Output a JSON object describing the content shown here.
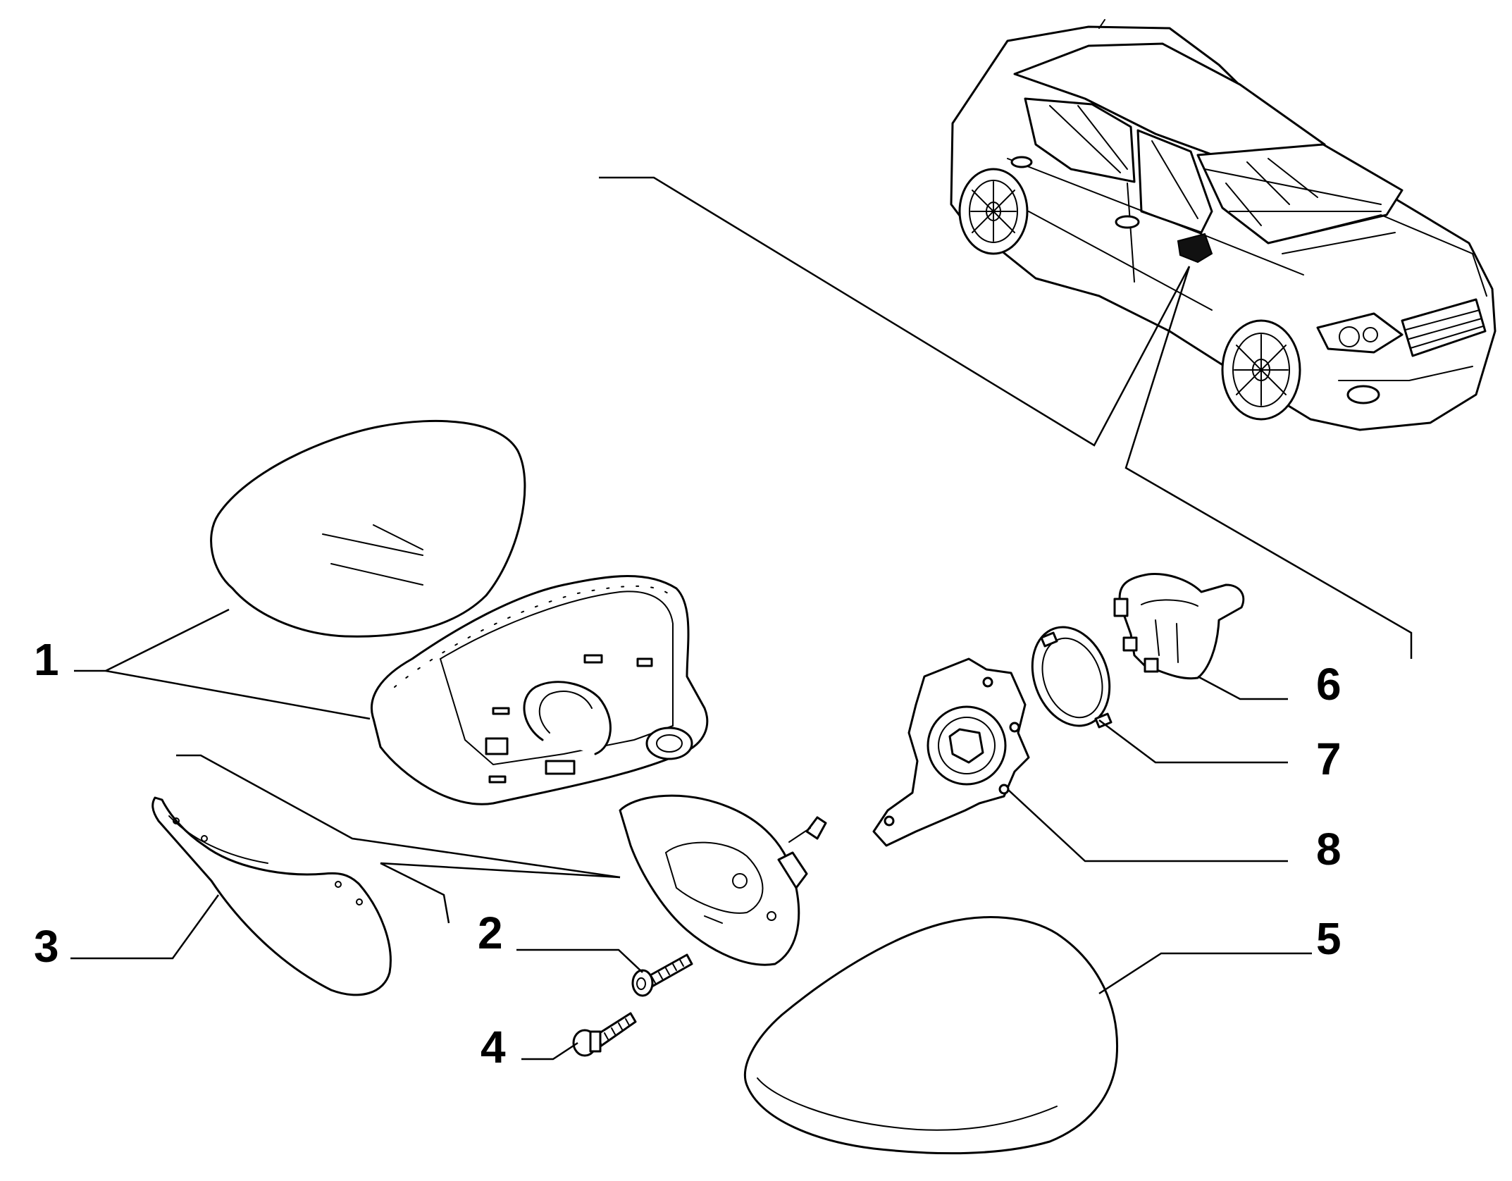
{
  "diagram": {
    "labels": {
      "part_1": "1",
      "part_2": "2",
      "part_3": "3",
      "part_4": "4",
      "part_5": "5",
      "part_6": "6",
      "part_7": "7",
      "part_8": "8"
    },
    "colors": {
      "line": "#000000",
      "background": "#ffffff"
    }
  }
}
